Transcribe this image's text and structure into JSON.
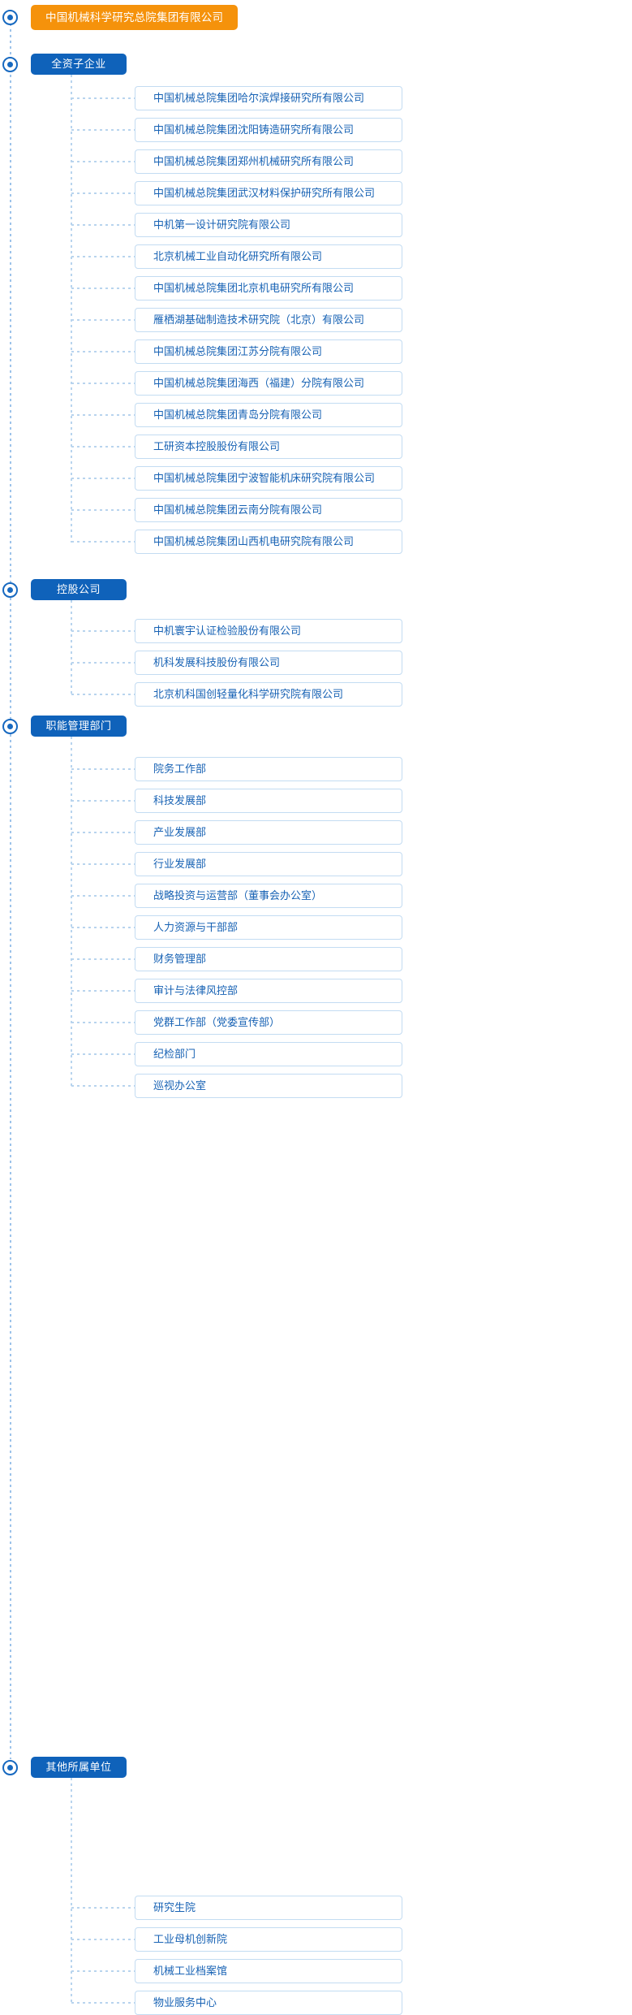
{
  "root": {
    "label": "中国机械科学研究总院集团有限公司",
    "color": "#f5920b",
    "node_icon": "target-dot-icon"
  },
  "theme": {
    "header_color": "#0f62ba",
    "leaf_text_color": "#1762b4",
    "leaf_border_color": "#c3dcf2",
    "connector_color": "#b8d4ee"
  },
  "sections": [
    {
      "label": "全资子企业",
      "node_icon": "target-dot-icon",
      "items": [
        {
          "label": "中国机械总院集团哈尔滨焊接研究所有限公司"
        },
        {
          "label": "中国机械总院集团沈阳铸造研究所有限公司"
        },
        {
          "label": "中国机械总院集团郑州机械研究所有限公司"
        },
        {
          "label": "中国机械总院集团武汉材料保护研究所有限公司"
        },
        {
          "label": "中机第一设计研究院有限公司"
        },
        {
          "label": "北京机械工业自动化研究所有限公司"
        },
        {
          "label": "中国机械总院集团北京机电研究所有限公司"
        },
        {
          "label": "雁栖湖基础制造技术研究院（北京）有限公司"
        },
        {
          "label": "中国机械总院集团江苏分院有限公司"
        },
        {
          "label": "中国机械总院集团海西（福建）分院有限公司"
        },
        {
          "label": "中国机械总院集团青岛分院有限公司"
        },
        {
          "label": "工研资本控股股份有限公司"
        },
        {
          "label": "中国机械总院集团宁波智能机床研究院有限公司"
        },
        {
          "label": "中国机械总院集团云南分院有限公司"
        },
        {
          "label": "中国机械总院集团山西机电研究院有限公司"
        }
      ]
    },
    {
      "label": "控股公司",
      "node_icon": "target-dot-icon",
      "items": [
        {
          "label": "中机寰宇认证检验股份有限公司"
        },
        {
          "label": "机科发展科技股份有限公司"
        },
        {
          "label": "北京机科国创轻量化科学研究院有限公司"
        }
      ]
    },
    {
      "label": "职能管理部门",
      "node_icon": "target-dot-icon",
      "items": [
        {
          "label": "院务工作部"
        },
        {
          "label": "科技发展部"
        },
        {
          "label": "产业发展部"
        },
        {
          "label": "行业发展部"
        },
        {
          "label": "战略投资与运营部（董事会办公室）"
        },
        {
          "label": "人力资源与干部部"
        },
        {
          "label": "财务管理部"
        },
        {
          "label": "审计与法律风控部"
        },
        {
          "label": "党群工作部（党委宣传部）"
        },
        {
          "label": "纪检部门"
        },
        {
          "label": "巡视办公室"
        }
      ]
    },
    {
      "label": "其他所属单位",
      "node_icon": "target-dot-icon",
      "items": [
        {
          "label": "研究生院"
        },
        {
          "label": "工业母机创新院"
        },
        {
          "label": "机械工业档案馆"
        },
        {
          "label": "物业服务中心"
        }
      ]
    }
  ]
}
